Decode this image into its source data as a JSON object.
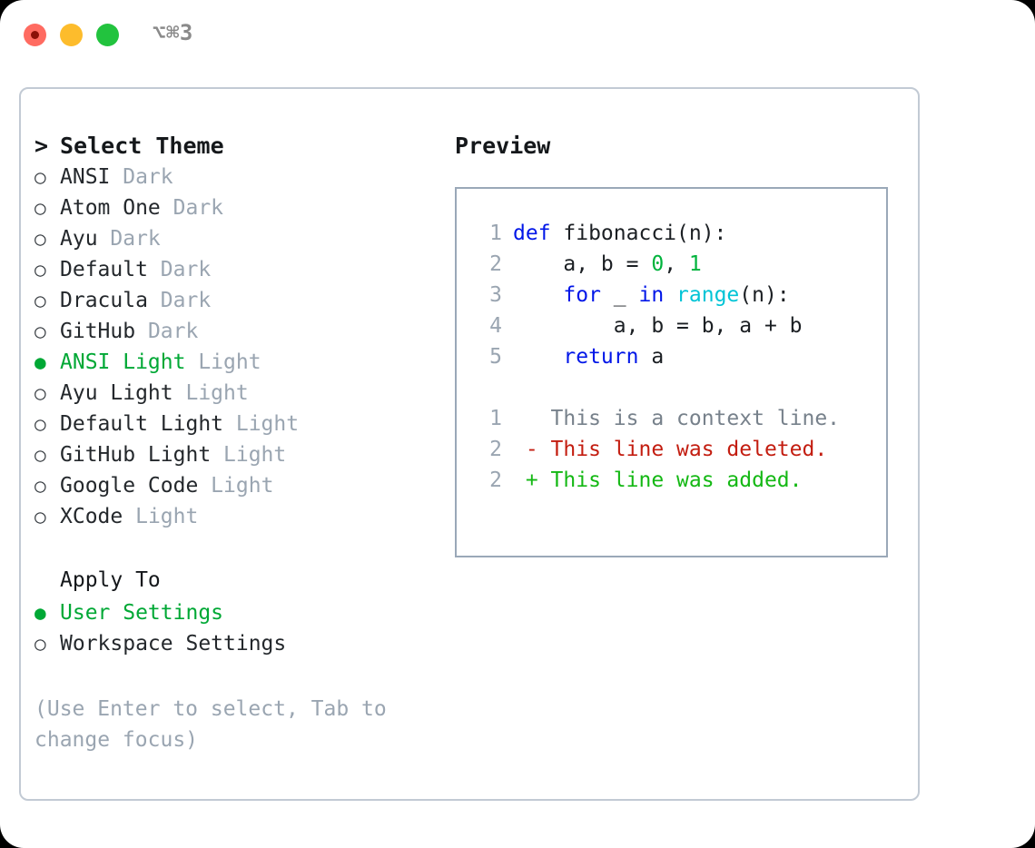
{
  "titlebar": {
    "shortcut": "⌥⌘3",
    "buttons": [
      {
        "name": "close",
        "color": "#ff6b61"
      },
      {
        "name": "minimize",
        "color": "#fdbc2c"
      },
      {
        "name": "maximize",
        "color": "#22c33e"
      }
    ]
  },
  "theme_panel": {
    "caret": ">",
    "title": "Select Theme",
    "bullet_selected": "●",
    "bullet_unselected": "○",
    "items": [
      {
        "name": "ANSI",
        "variant": "Dark",
        "selected": false
      },
      {
        "name": "Atom One",
        "variant": "Dark",
        "selected": false
      },
      {
        "name": "Ayu",
        "variant": "Dark",
        "selected": false
      },
      {
        "name": "Default",
        "variant": "Dark",
        "selected": false
      },
      {
        "name": "Dracula",
        "variant": "Dark",
        "selected": false
      },
      {
        "name": "GitHub",
        "variant": "Dark",
        "selected": false
      },
      {
        "name": "ANSI Light",
        "variant": "Light",
        "selected": true
      },
      {
        "name": "Ayu Light",
        "variant": "Light",
        "selected": false
      },
      {
        "name": "Default Light",
        "variant": "Light",
        "selected": false
      },
      {
        "name": "GitHub Light",
        "variant": "Light",
        "selected": false
      },
      {
        "name": "Google Code",
        "variant": "Light",
        "selected": false
      },
      {
        "name": "XCode",
        "variant": "Light",
        "selected": false
      }
    ]
  },
  "apply_to": {
    "heading": "Apply To",
    "options": [
      {
        "label": "User Settings",
        "selected": true
      },
      {
        "label": "Workspace Settings",
        "selected": false
      }
    ]
  },
  "hint": "(Use Enter to select, Tab to\nchange focus)",
  "preview": {
    "title": "Preview",
    "code_lines": [
      {
        "no": "1",
        "tokens": [
          {
            "t": "def",
            "c": "kw"
          },
          {
            "t": " fibonacci(n):",
            "c": "plain"
          }
        ]
      },
      {
        "no": "2",
        "tokens": [
          {
            "t": "    a, b = ",
            "c": "plain"
          },
          {
            "t": "0",
            "c": "num"
          },
          {
            "t": ", ",
            "c": "plain"
          },
          {
            "t": "1",
            "c": "num"
          }
        ]
      },
      {
        "no": "3",
        "tokens": [
          {
            "t": "    ",
            "c": "plain"
          },
          {
            "t": "for",
            "c": "kw"
          },
          {
            "t": " _ ",
            "c": "plain"
          },
          {
            "t": "in",
            "c": "kw"
          },
          {
            "t": " ",
            "c": "plain"
          },
          {
            "t": "range",
            "c": "builtin"
          },
          {
            "t": "(n):",
            "c": "plain"
          }
        ]
      },
      {
        "no": "4",
        "tokens": [
          {
            "t": "        a, b = b, a + b",
            "c": "plain"
          }
        ]
      },
      {
        "no": "5",
        "tokens": [
          {
            "t": "    ",
            "c": "plain"
          },
          {
            "t": "return",
            "c": "kw"
          },
          {
            "t": " a",
            "c": "plain"
          }
        ]
      }
    ],
    "diff_lines": [
      {
        "no": "1",
        "marker": " ",
        "text": "This is a context line.",
        "kind": "context"
      },
      {
        "no": "2",
        "marker": "-",
        "text": "This line was deleted.",
        "kind": "del"
      },
      {
        "no": "2",
        "marker": "+",
        "text": "This line was added.",
        "kind": "add"
      }
    ]
  },
  "colors": {
    "accent_green": "#00a835",
    "muted": "#9aa5b1",
    "keyword": "#0016e8",
    "builtin": "#00c4d6",
    "number": "#00b33c",
    "diff_add": "#14b814",
    "diff_del": "#c31d10",
    "panel_border": "#c2cad4",
    "preview_border": "#9aa8b8"
  }
}
